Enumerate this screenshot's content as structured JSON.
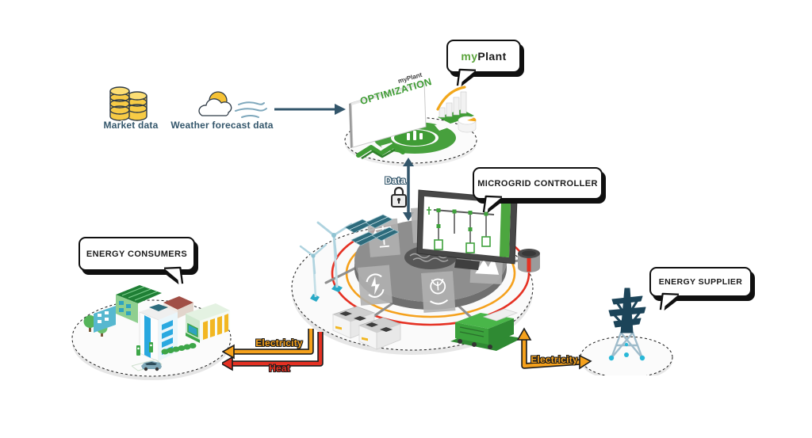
{
  "colors": {
    "slate": "#33566B",
    "green": "#459B35",
    "orange": "#F5A11C",
    "red": "#E53123",
    "navy": "#1C4459"
  },
  "inputs": {
    "market_data": {
      "label": "Market data",
      "icon": "coins-icon"
    },
    "weather": {
      "label": "Weather forecast data",
      "icon": "sun-cloud-wind-icon"
    }
  },
  "myplant": {
    "bubble": {
      "prefix": "my",
      "suffix": "Plant"
    },
    "screen": {
      "brand": "myPlant",
      "title": "OPTIMIZATION"
    }
  },
  "data_flow": {
    "label": "Data",
    "icon": "padlock-icon"
  },
  "microgrid": {
    "bubble_label": "MICROGRID CONTROLLER",
    "asset_icons": [
      "wind-turbine-icon",
      "solar-panels-icon",
      "controller-monitor-icon",
      "single-line-diagram",
      "control-disc",
      "brain-icon",
      "balance-icon",
      "leaf-icon",
      "energy-cycle-icon",
      "sustainability-icon",
      "mountains-icon",
      "fuel-tank-icon",
      "battery-storage-icon",
      "gas-engine-icon"
    ]
  },
  "consumers": {
    "bubble_label": "ENERGY CONSUMERS",
    "electricity_label": "Electricity",
    "heat_label": "Heat",
    "icon": "city-buildings-icon"
  },
  "supplier": {
    "bubble_label": "ENERGY SUPPLIER",
    "electricity_label": "Electricity",
    "icon": "transmission-tower-icon"
  }
}
